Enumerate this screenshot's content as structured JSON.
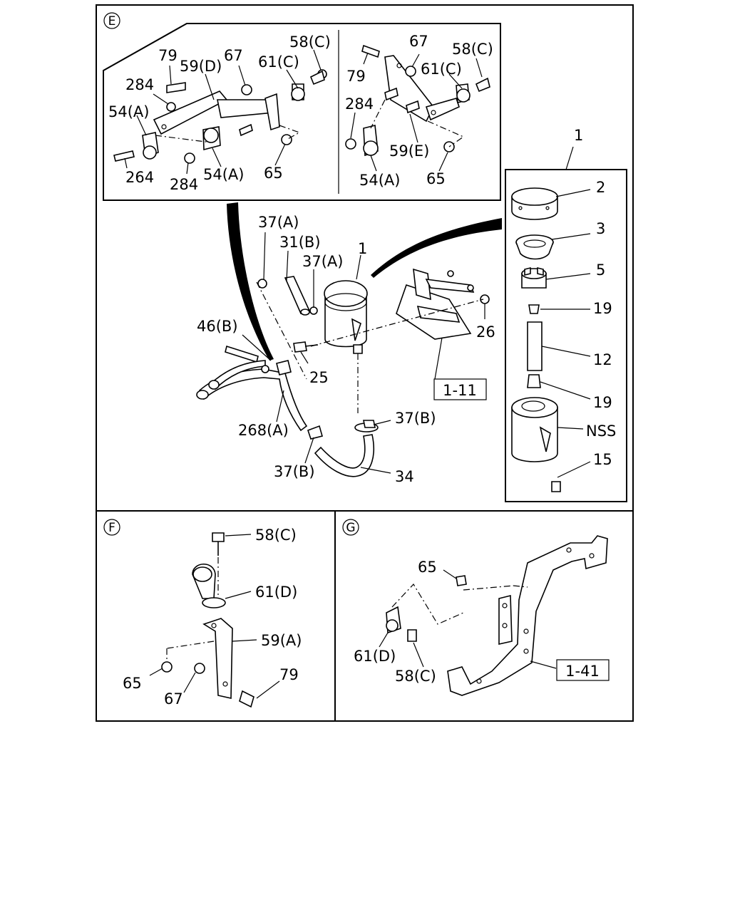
{
  "sections": {
    "e": {
      "marker": "E",
      "left_callouts": [
        "79",
        "59(D)",
        "67",
        "58(C)",
        "61(C)",
        "284",
        "54(A)",
        "264",
        "284",
        "54(A)",
        "65"
      ],
      "right_callouts": [
        "67",
        "58(C)",
        "79",
        "61(C)",
        "284",
        "59(E)",
        "54(A)",
        "65"
      ]
    },
    "main": {
      "callouts": [
        "37(A)",
        "31(B)",
        "37(A)",
        "1",
        "46(B)",
        "26",
        "25",
        "268(A)",
        "37(B)",
        "37(B)",
        "34"
      ],
      "ref_box": "1-11"
    },
    "kit": {
      "callouts": [
        "1",
        "2",
        "3",
        "5",
        "19",
        "12",
        "19",
        "NSS",
        "15"
      ]
    },
    "f": {
      "marker": "F",
      "callouts": [
        "58(C)",
        "61(D)",
        "59(A)",
        "65",
        "67",
        "79"
      ]
    },
    "g": {
      "marker": "G",
      "callouts": [
        "65",
        "61(D)",
        "58(C)"
      ],
      "ref_box": "1-41"
    }
  }
}
